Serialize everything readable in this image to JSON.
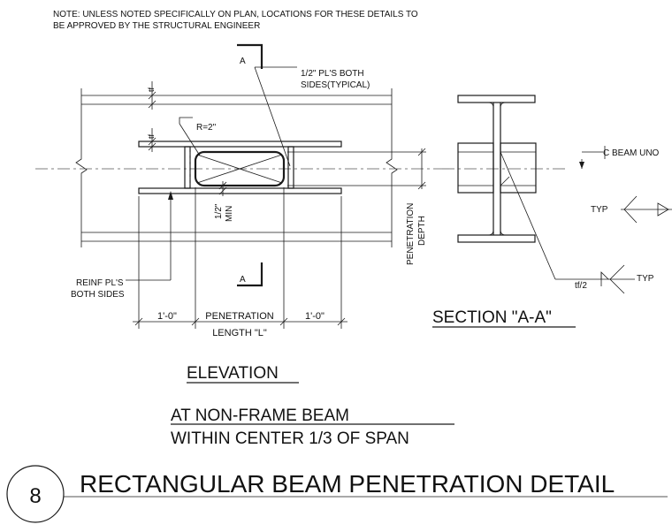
{
  "note": {
    "line1": "NOTE: UNLESS NOTED SPECIFICALLY ON PLAN, LOCATIONS FOR THESE DETAILS TO",
    "line2": "BE APPROVED BY THE STRUCTURAL ENGINEER"
  },
  "elevation": {
    "section_mark_top": "A",
    "section_mark_bottom": "A",
    "plates_label_line1": "1/2\" PL'S BOTH",
    "plates_label_line2": "SIDES(TYPICAL)",
    "flange_thickness_top": "tf",
    "flange_thickness_plate": "tf",
    "radius_label": "R=2\"",
    "min_label_line1": "1/2\"",
    "min_label_line2": "MIN",
    "depth_label_line1": "PENETRATION",
    "depth_label_line2": "DEPTH",
    "reinf_label_line1": "REINF PL'S",
    "reinf_label_line2": "BOTH SIDES",
    "dim_left": "1'-0\"",
    "dim_center_line1": "PENETRATION",
    "dim_center_line2": "LENGTH \"L\"",
    "dim_right": "1'-0\"",
    "title": "ELEVATION"
  },
  "section": {
    "beam_label": "BEAM UNO",
    "centerline_symbol": "C",
    "typ_upper": "TYP",
    "typ_lower": "TYP",
    "tf2_label": "tf/2",
    "title": "SECTION \"A-A\""
  },
  "subtitle": {
    "line1": "AT NON-FRAME BEAM",
    "line2": "WITHIN CENTER 1/3 OF SPAN"
  },
  "title_block": {
    "detail_number": "8",
    "title": "RECTANGULAR BEAM PENETRATION DETAIL"
  }
}
